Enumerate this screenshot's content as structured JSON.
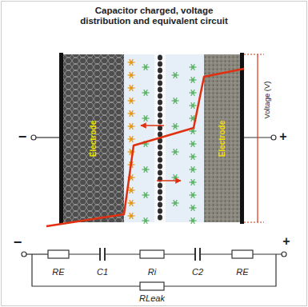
{
  "diagram": {
    "title": "Capacitor charged, voltage distribution and equivalent circuit",
    "nodes": [
      {
        "text": [
          "Electrode"
        ]
      },
      {
        "text": [
          "Electrode"
        ]
      }
    ],
    "labels": [
      "−",
      "Voltage (V)",
      "+",
      "−",
      "RE",
      "C1",
      "Ri",
      "C2",
      "RE",
      "+",
      "RLeak"
    ]
  }
}
